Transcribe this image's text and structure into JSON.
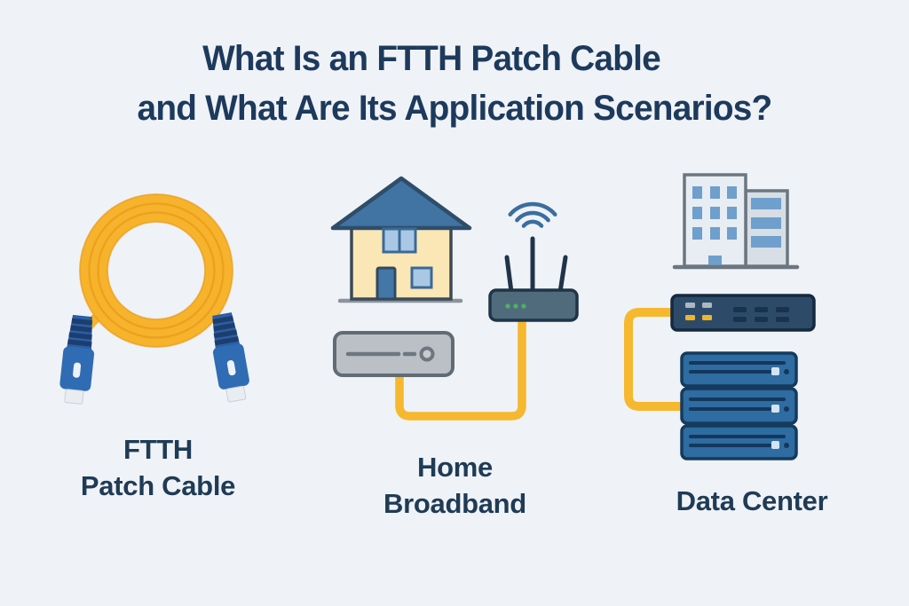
{
  "header": {
    "title_line1": "What Is an FTTH Patch Cable",
    "title_line2": "and What Are Its Application Scenarios?"
  },
  "panels": [
    {
      "id": "ftth-patch-cable",
      "label_line1": "FTTH",
      "label_line2": "Patch Cable",
      "icons": [
        "coiled-fiber-cable-icon",
        "sc-connector-icon",
        "sc-connector-icon"
      ]
    },
    {
      "id": "home-broadband",
      "label_line1": "Home",
      "label_line2": "Broadband",
      "icons": [
        "house-icon",
        "wifi-signal-icon",
        "wifi-router-icon",
        "modem-icon",
        "fiber-patch-cord-connection"
      ]
    },
    {
      "id": "data-center",
      "label_line1": "Data Center",
      "icons": [
        "office-buildings-icon",
        "network-switch-icon",
        "server-rack-icon",
        "fiber-patch-cord-connection"
      ]
    }
  ],
  "palette": {
    "background": "#EFF2F7",
    "title_text": "#1D3A5C",
    "label_text": "#1F3B55",
    "cable_yellow": "#F7B32B",
    "cable_shade": "#E89E1E",
    "connector_blue": "#2F6CB3",
    "connector_stripe": "#1D3E6D",
    "ferrule_white": "#E9EDF1",
    "roof_blue": "#4173A3",
    "house_wall": "#FBE7B5",
    "window_blue": "#A9C8E6",
    "door_blue": "#4377A8",
    "router_slate": "#4F6B7C",
    "led_green": "#4FAE64",
    "wifi_blue": "#3A6E9E",
    "modem_gray": "#BAC0C6",
    "building_light": "#E7EDF3",
    "building_gray": "#D7DEE5",
    "building_window": "#6F9FCC",
    "switch_navy": "#2D4B69",
    "port_yellow": "#F0B42C",
    "server_blue": "#2E6CA2",
    "outline_navy": "#15293F"
  }
}
